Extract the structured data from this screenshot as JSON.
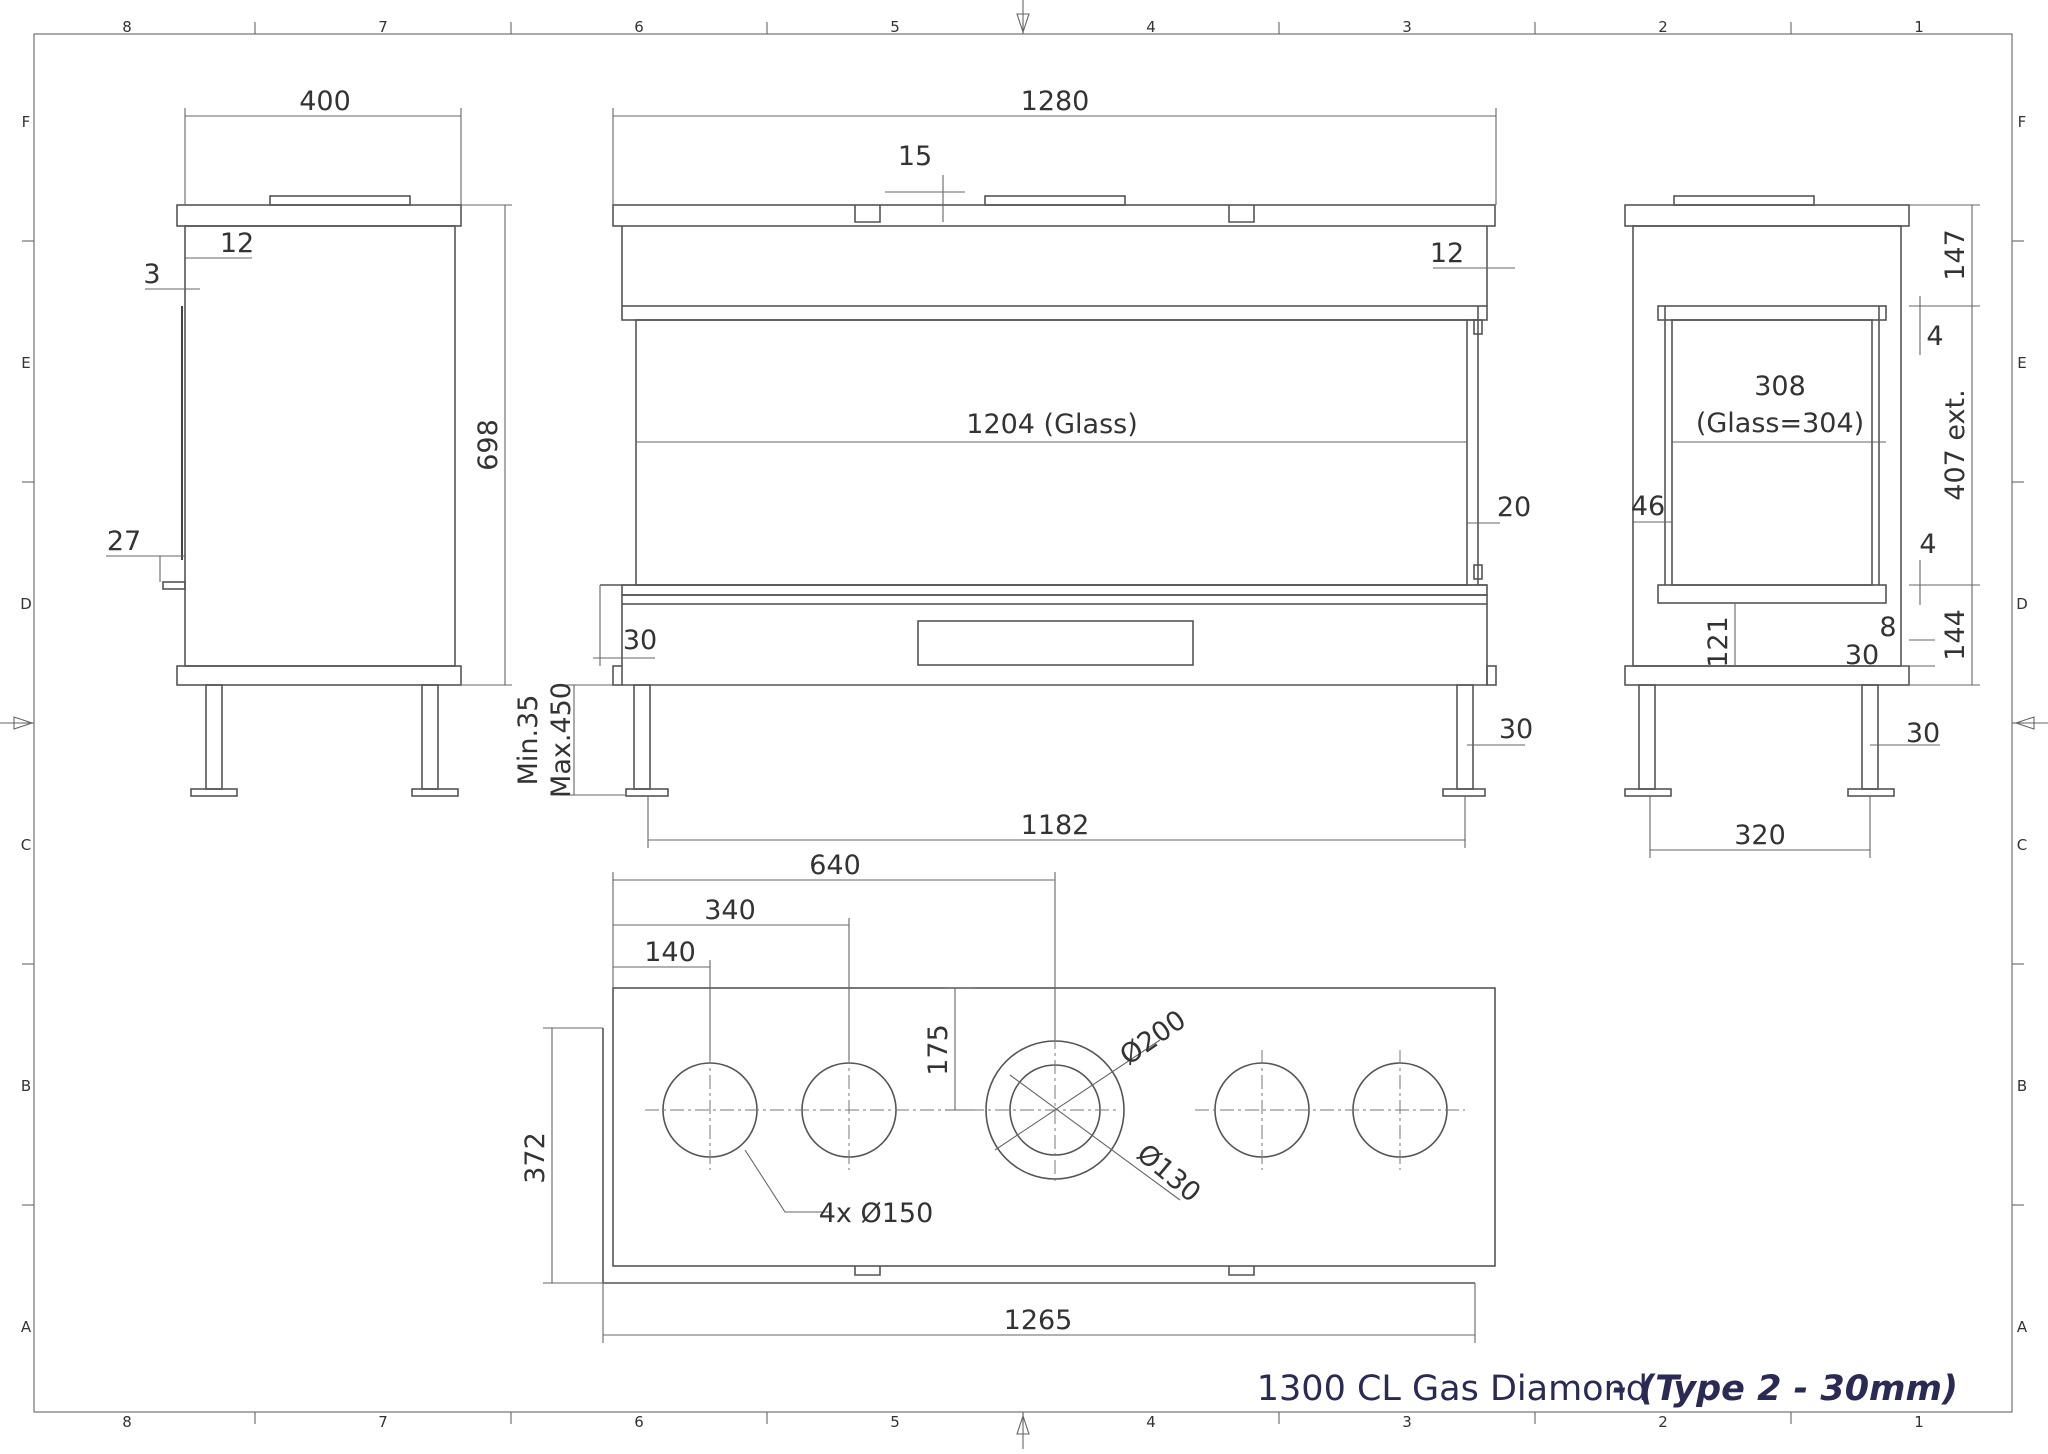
{
  "title": {
    "main": "1300 CL Gas Diamond",
    "type": "- (Type 2 - 30mm)"
  },
  "frame": {
    "columns": [
      "8",
      "7",
      "6",
      "5",
      "4",
      "3",
      "2",
      "1"
    ],
    "rows": [
      "F",
      "E",
      "D",
      "C",
      "B",
      "A"
    ]
  },
  "side_view": {
    "width": "400",
    "height": "698",
    "top_offset": "12",
    "glass_offset": "3",
    "bottom_offset": "27",
    "legs_min": "Min.35",
    "legs_max": "Max.450"
  },
  "front_view": {
    "width": "1280",
    "top_gap": "15",
    "side_offset": "12",
    "glass_width": "1204 (Glass)",
    "frame_right": "20",
    "frame_left": "30",
    "leg_offset": "30",
    "leg_span": "1182"
  },
  "end_view": {
    "glass_width_line1": "308",
    "glass_width_line2": "(Glass=304)",
    "height_top": "147",
    "gap_top": "4",
    "height_ext": "407 ext.",
    "gap_bottom": "4",
    "height_bottom": "144",
    "side": "46",
    "offset_8": "8",
    "offset_30_a": "30",
    "base_121": "121",
    "leg_offset": "30",
    "leg_span": "320"
  },
  "top_view": {
    "pos_640": "640",
    "pos_340": "340",
    "pos_140": "140",
    "depth_175": "175",
    "depth_372": "372",
    "width_1265": "1265",
    "flue_outer": "Ø200",
    "flue_inner": "Ø130",
    "holes": "4x Ø150"
  }
}
